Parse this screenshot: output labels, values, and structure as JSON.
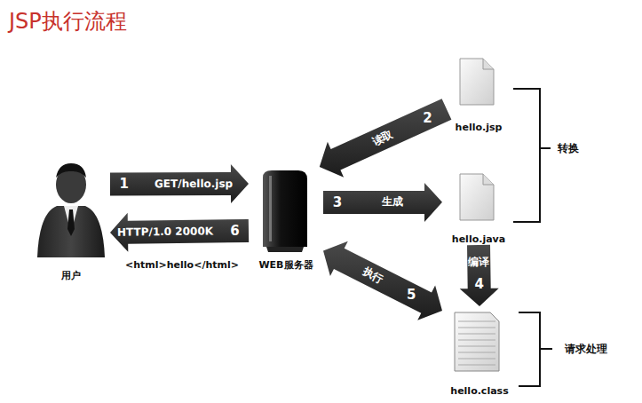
{
  "diagram": {
    "title": "JSP执行流程",
    "nodes": [
      {
        "text": [
          "用户"
        ]
      },
      {
        "text": [
          "WEB服务器"
        ]
      },
      {
        "text": [
          "hello.jsp"
        ]
      },
      {
        "text": [
          "hello.java"
        ]
      },
      {
        "text": [
          "hello.class"
        ]
      }
    ],
    "edges": [
      {
        "from": 0,
        "to": 1,
        "label": "GET/hello.jsp",
        "arrow": "to"
      },
      {
        "from": 1,
        "to": 0,
        "label": "HTTP/1.0 2000K",
        "arrow": "to"
      },
      {
        "from": 2,
        "to": 1,
        "label": "读取",
        "arrow": "to"
      },
      {
        "from": 1,
        "to": 3,
        "label": "生成",
        "arrow": "to"
      },
      {
        "from": 3,
        "to": 4,
        "label": "编译",
        "arrow": "to"
      },
      {
        "from": 1,
        "to": 4,
        "label": "执行",
        "arrow": "both"
      }
    ],
    "labels": [
      "1",
      "2",
      "3",
      "4",
      "5",
      "6",
      "<html>hello</html>",
      "转换",
      "请求处理"
    ]
  }
}
